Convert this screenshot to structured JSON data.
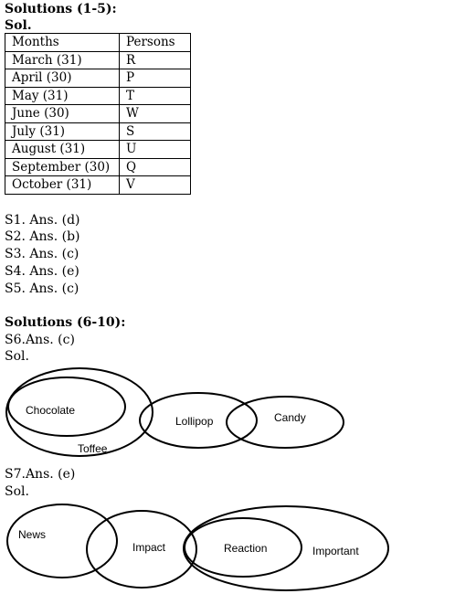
{
  "section1": {
    "heading": "Solutions (1-5):",
    "sol": "Sol.",
    "table": {
      "headers": [
        "Months",
        "Persons"
      ],
      "rows": [
        [
          "March (31)",
          "R"
        ],
        [
          "April (30)",
          "P"
        ],
        [
          "May (31)",
          "T"
        ],
        [
          "June (30)",
          "W"
        ],
        [
          "July (31)",
          "S"
        ],
        [
          "August (31)",
          "U"
        ],
        [
          "September (30)",
          "Q"
        ],
        [
          "October (31)",
          "V"
        ]
      ]
    },
    "answers": [
      "S1. Ans. (d)",
      "S2. Ans. (b)",
      "S3. Ans. (c)",
      "S4. Ans. (e)",
      "S5. Ans. (c)"
    ]
  },
  "section2": {
    "heading": "Solutions (6-10):",
    "q6": {
      "answer": "S6.Ans. (c)",
      "sol": "Sol.",
      "labels": {
        "chocolate": "Chocolate",
        "toffee": "Toffee",
        "lollipop": "Lollipop",
        "candy": "Candy"
      }
    },
    "q7": {
      "answer": "S7.Ans. (e)",
      "sol": "Sol.",
      "labels": {
        "news": "News",
        "impact": "Impact",
        "reaction": "Reaction",
        "important": "Important"
      }
    }
  }
}
